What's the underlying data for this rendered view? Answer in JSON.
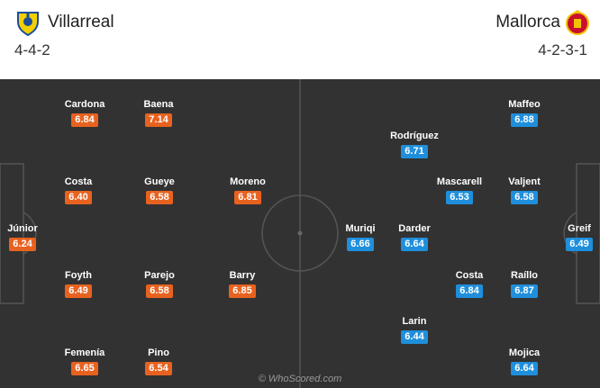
{
  "home": {
    "name": "Villarreal",
    "formation": "4-4-2",
    "color": "#e8621f",
    "crest_icon": "villarreal-crest-icon",
    "players": [
      {
        "name": "Cardona",
        "rating": "6.84"
      },
      {
        "name": "Baena",
        "rating": "7.14"
      },
      {
        "name": "Júnior",
        "rating": "6.24"
      },
      {
        "name": "Costa",
        "rating": "6.40"
      },
      {
        "name": "Gueye",
        "rating": "6.58"
      },
      {
        "name": "Moreno",
        "rating": "6.81"
      },
      {
        "name": "Foyth",
        "rating": "6.49"
      },
      {
        "name": "Parejo",
        "rating": "6.58"
      },
      {
        "name": "Barry",
        "rating": "6.85"
      },
      {
        "name": "Femenía",
        "rating": "6.65"
      },
      {
        "name": "Pino",
        "rating": "6.54"
      }
    ]
  },
  "away": {
    "name": "Mallorca",
    "formation": "4-2-3-1",
    "color": "#1f8fdc",
    "crest_icon": "mallorca-crest-icon",
    "players": [
      {
        "name": "Maffeo",
        "rating": "6.88"
      },
      {
        "name": "Rodríguez",
        "rating": "6.71"
      },
      {
        "name": "Mascarell",
        "rating": "6.53"
      },
      {
        "name": "Valjent",
        "rating": "6.58"
      },
      {
        "name": "Muriqi",
        "rating": "6.66"
      },
      {
        "name": "Darder",
        "rating": "6.64"
      },
      {
        "name": "Greif",
        "rating": "6.49"
      },
      {
        "name": "Costa",
        "rating": "6.84"
      },
      {
        "name": "Raíllo",
        "rating": "6.87"
      },
      {
        "name": "Larin",
        "rating": "6.44"
      },
      {
        "name": "Mojica",
        "rating": "6.64"
      }
    ]
  },
  "watermark": "© WhoScored.com"
}
